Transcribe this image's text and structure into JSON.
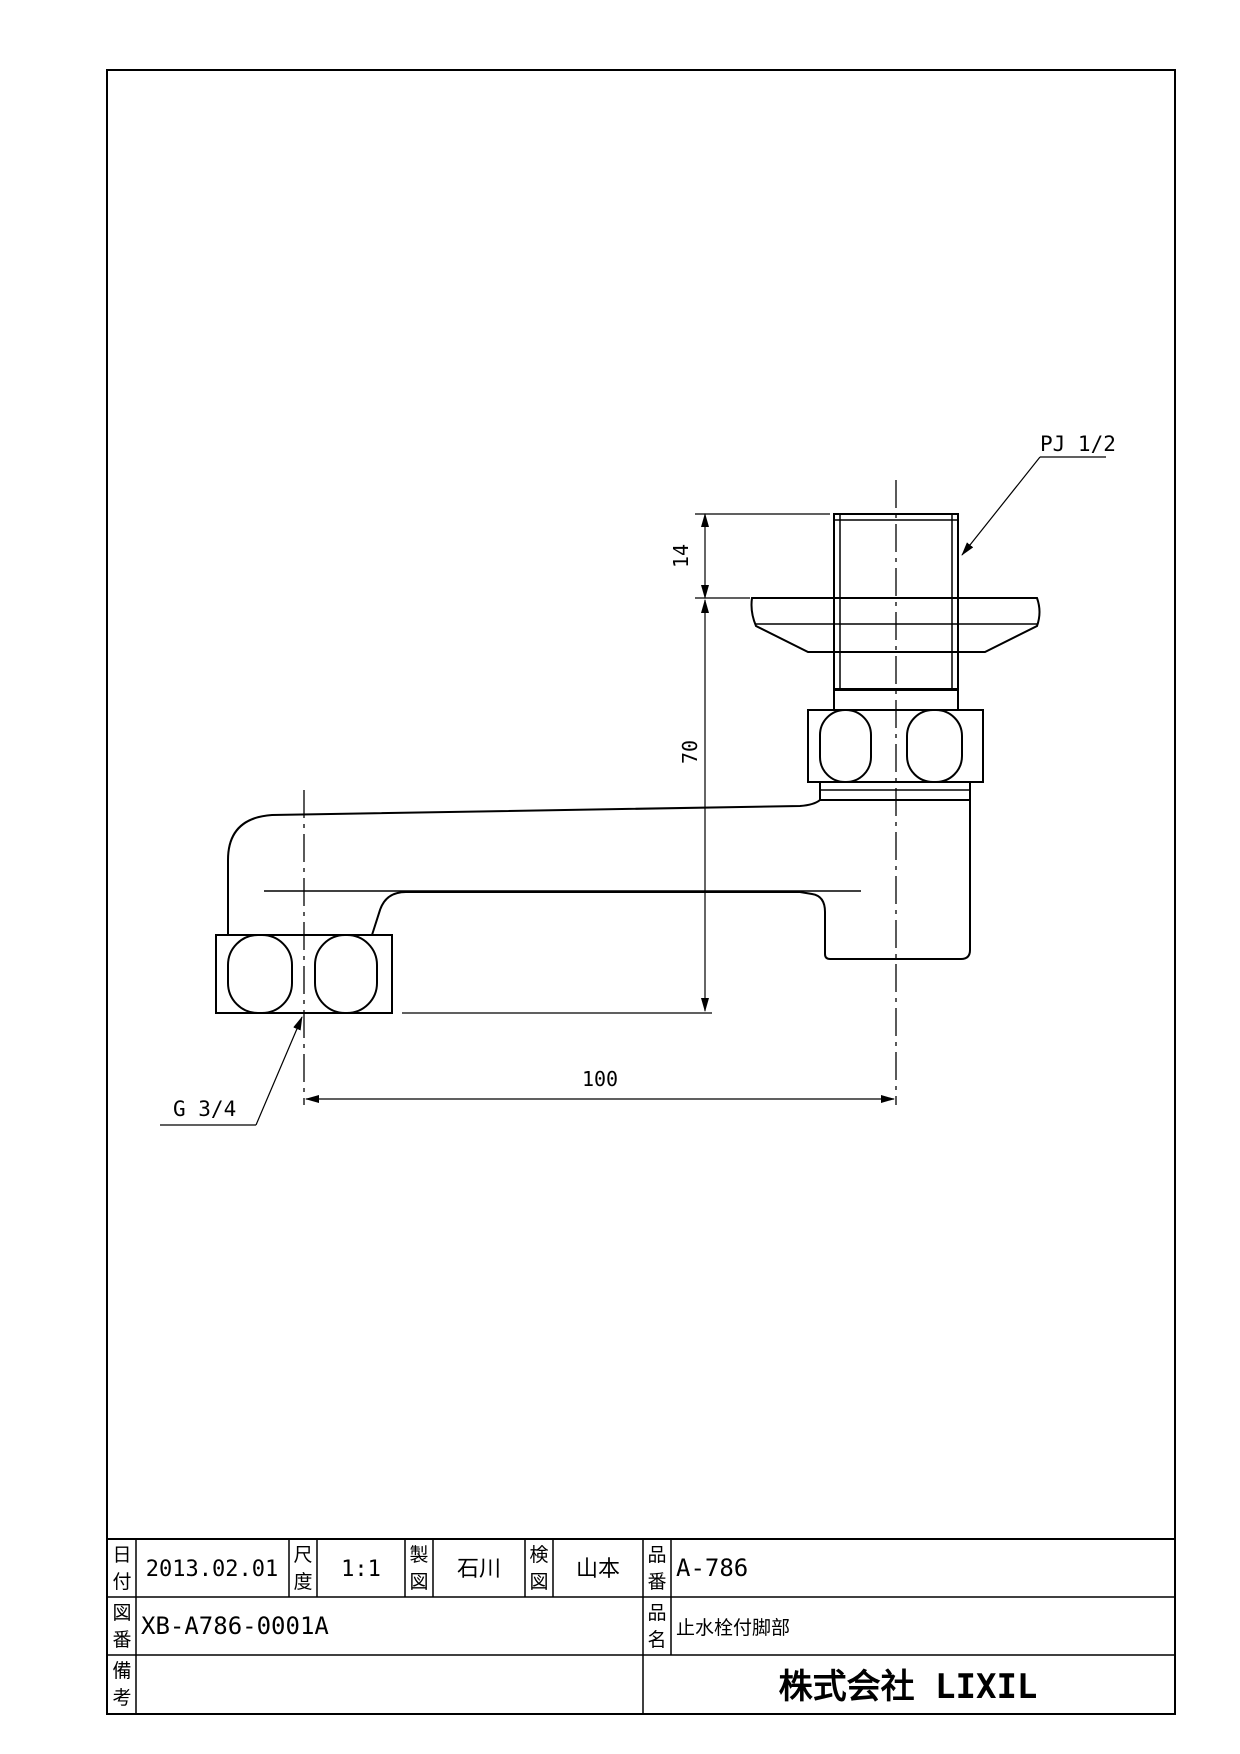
{
  "drawing": {
    "callouts": {
      "thread_top": "PJ 1/2",
      "thread_bottom": "G 3/4"
    },
    "dimensions": {
      "height_upper": "14",
      "height_main": "70",
      "width_main": "100"
    }
  },
  "title_block": {
    "date_label": [
      "日",
      "付"
    ],
    "date_value": "2013.02.01",
    "scale_label": [
      "尺",
      "度"
    ],
    "scale_value": "1:1",
    "drawn_label": [
      "製",
      "図"
    ],
    "drawn_value": "石川",
    "checked_label": [
      "検",
      "図"
    ],
    "checked_value": "山本",
    "part_no_label": [
      "品",
      "番"
    ],
    "part_no_value": "A-786",
    "drawing_no_label": [
      "図",
      "番"
    ],
    "drawing_no_value": "XB-A786-0001A",
    "part_name_label": [
      "品",
      "名"
    ],
    "part_name_value": "止水栓付脚部",
    "remarks_label": [
      "備",
      "考"
    ],
    "company": "株式会社 LIXIL"
  }
}
